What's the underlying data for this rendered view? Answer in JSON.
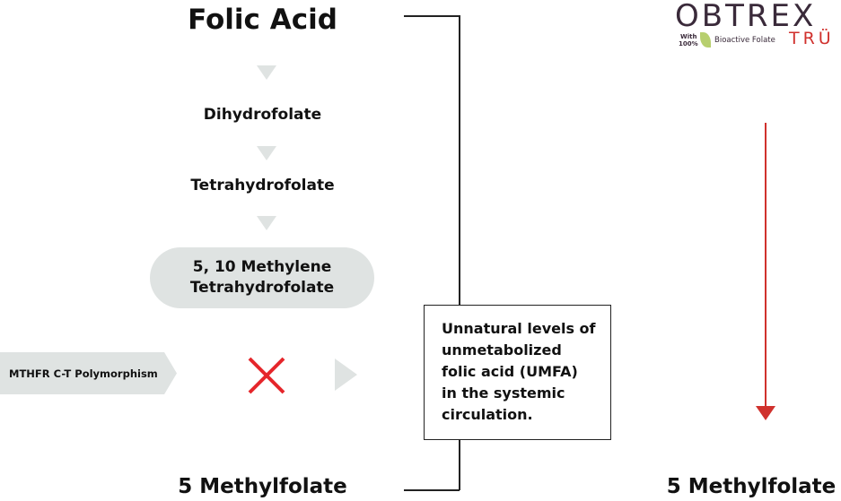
{
  "pathway": {
    "title": "Folic Acid",
    "step1": "Dihydrofolate",
    "step2": "Tetrahydrofolate",
    "step3_line1": "5, 10 Methylene",
    "step3_line2": "Tetrahydrofolate",
    "result_left": "5 Methylfolate"
  },
  "polymorphism": {
    "label": "MTHFR C-T Polymorphism"
  },
  "note": {
    "text": "Unnatural levels of unmetabolized folic acid (UMFA) in the systemic circulation."
  },
  "logo": {
    "brand": "OBTREX",
    "sub": "TRÜ",
    "tag_line1": "With",
    "tag_line2": "100%",
    "tag": "Bioactive Folate"
  },
  "result_right": "5 Methylfolate",
  "colors": {
    "accent": "#d0312d",
    "pill": "#dfe3e2",
    "logo": "#3a2a3a"
  }
}
